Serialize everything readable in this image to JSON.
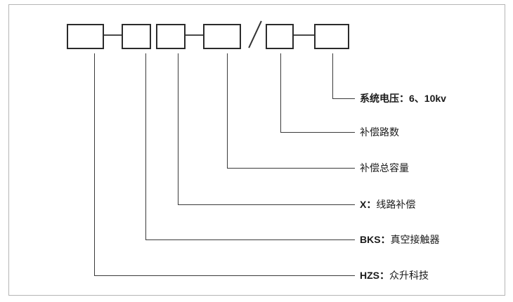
{
  "diagram": {
    "type": "model-designation-diagram",
    "box_count": 6,
    "separator": "/",
    "colors": {
      "frame_border": "#b5b5b5",
      "box_border": "#2b2b2b",
      "leader_line": "#3a3a3a",
      "text": "#1a1a1a",
      "background": "#ffffff"
    },
    "labels": [
      {
        "name": "system-voltage",
        "prefix": "系统电压：",
        "text": "6、10kv"
      },
      {
        "name": "compensation-circuit-count",
        "prefix": "",
        "text": "补偿路数"
      },
      {
        "name": "compensation-total-capacity",
        "prefix": "",
        "text": "补偿总容量"
      },
      {
        "name": "line-compensation",
        "prefix": "X：",
        "text": "线路补偿"
      },
      {
        "name": "vacuum-contactor",
        "prefix": "BKS：",
        "text": "真空接触器"
      },
      {
        "name": "manufacturer",
        "prefix": "HZS：",
        "text": "众升科技"
      }
    ]
  }
}
